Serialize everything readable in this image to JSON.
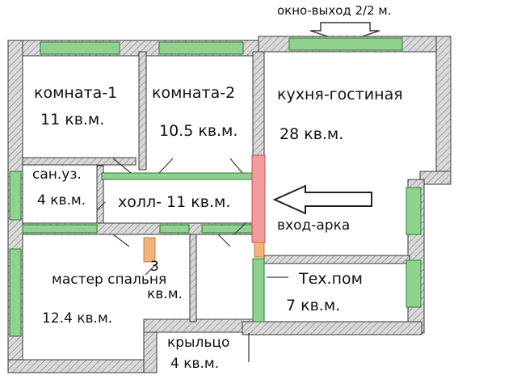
{
  "top_note": "окно-выход 2/2 м.",
  "rooms": {
    "room1": {
      "name": "комната-1",
      "area": "11 кв.м."
    },
    "room2": {
      "name": "комната-2",
      "area": "10.5 кв.м."
    },
    "kitchen": {
      "name": "кухня-гостиная",
      "area": "28 кв.м."
    },
    "bathroom": {
      "name": "сан.уз.",
      "area": "4 кв.м."
    },
    "hall": {
      "name": "холл- 11 кв.м."
    },
    "entrance": {
      "name": "вход-арка"
    },
    "master": {
      "name": "мастер спальня",
      "area": "12.4 кв.м."
    },
    "closet": {
      "name": "3",
      "area": "кв.м."
    },
    "tech": {
      "name": "Тех.пом",
      "area": "7 кв.м."
    },
    "porch": {
      "name": "крыльцо",
      "area": "4 кв.м."
    }
  },
  "colors": {
    "wall_fill": "#d9d9d9",
    "wall_hatch": "#8a8a8a",
    "wall_line": "#3a3a3a",
    "window": "#8fd18f",
    "window_line": "#2f7a2f",
    "arch": "#f49b9b",
    "arch_line": "#c05050",
    "brick": "#f2b27a"
  }
}
